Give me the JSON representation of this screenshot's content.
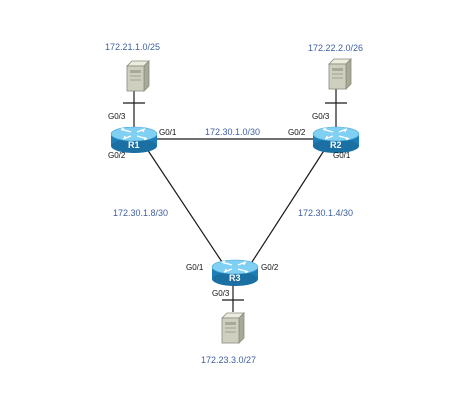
{
  "colors": {
    "link": "#1a1a1a",
    "network_label": "#3d5fa0",
    "router_top": "#7fd0f2",
    "router_side": "#1e7fb8",
    "server_body": "#cfcfc0"
  },
  "icons": {
    "router": "router-icon",
    "server": "server-icon"
  },
  "routers": {
    "r1": "R1",
    "r2": "R2",
    "r3": "R3"
  },
  "interfaces": {
    "r1_g03": "G0/3",
    "r1_g01": "G0/1",
    "r1_g02": "G0/2",
    "r2_g03": "G0/3",
    "r2_g02": "G0/2",
    "r2_g01": "G0/1",
    "r3_g01": "G0/1",
    "r3_g02": "G0/2",
    "r3_g03": "G0/3"
  },
  "networks": {
    "lan_r1": "172.21.1.0/25",
    "lan_r2": "172.22.2.0/26",
    "lan_r3": "172.23.3.0/27",
    "link_r1_r2": "172.30.1.0/30",
    "link_r1_r3": "172.30.1.8/30",
    "link_r2_r3": "172.30.1.4/30"
  }
}
